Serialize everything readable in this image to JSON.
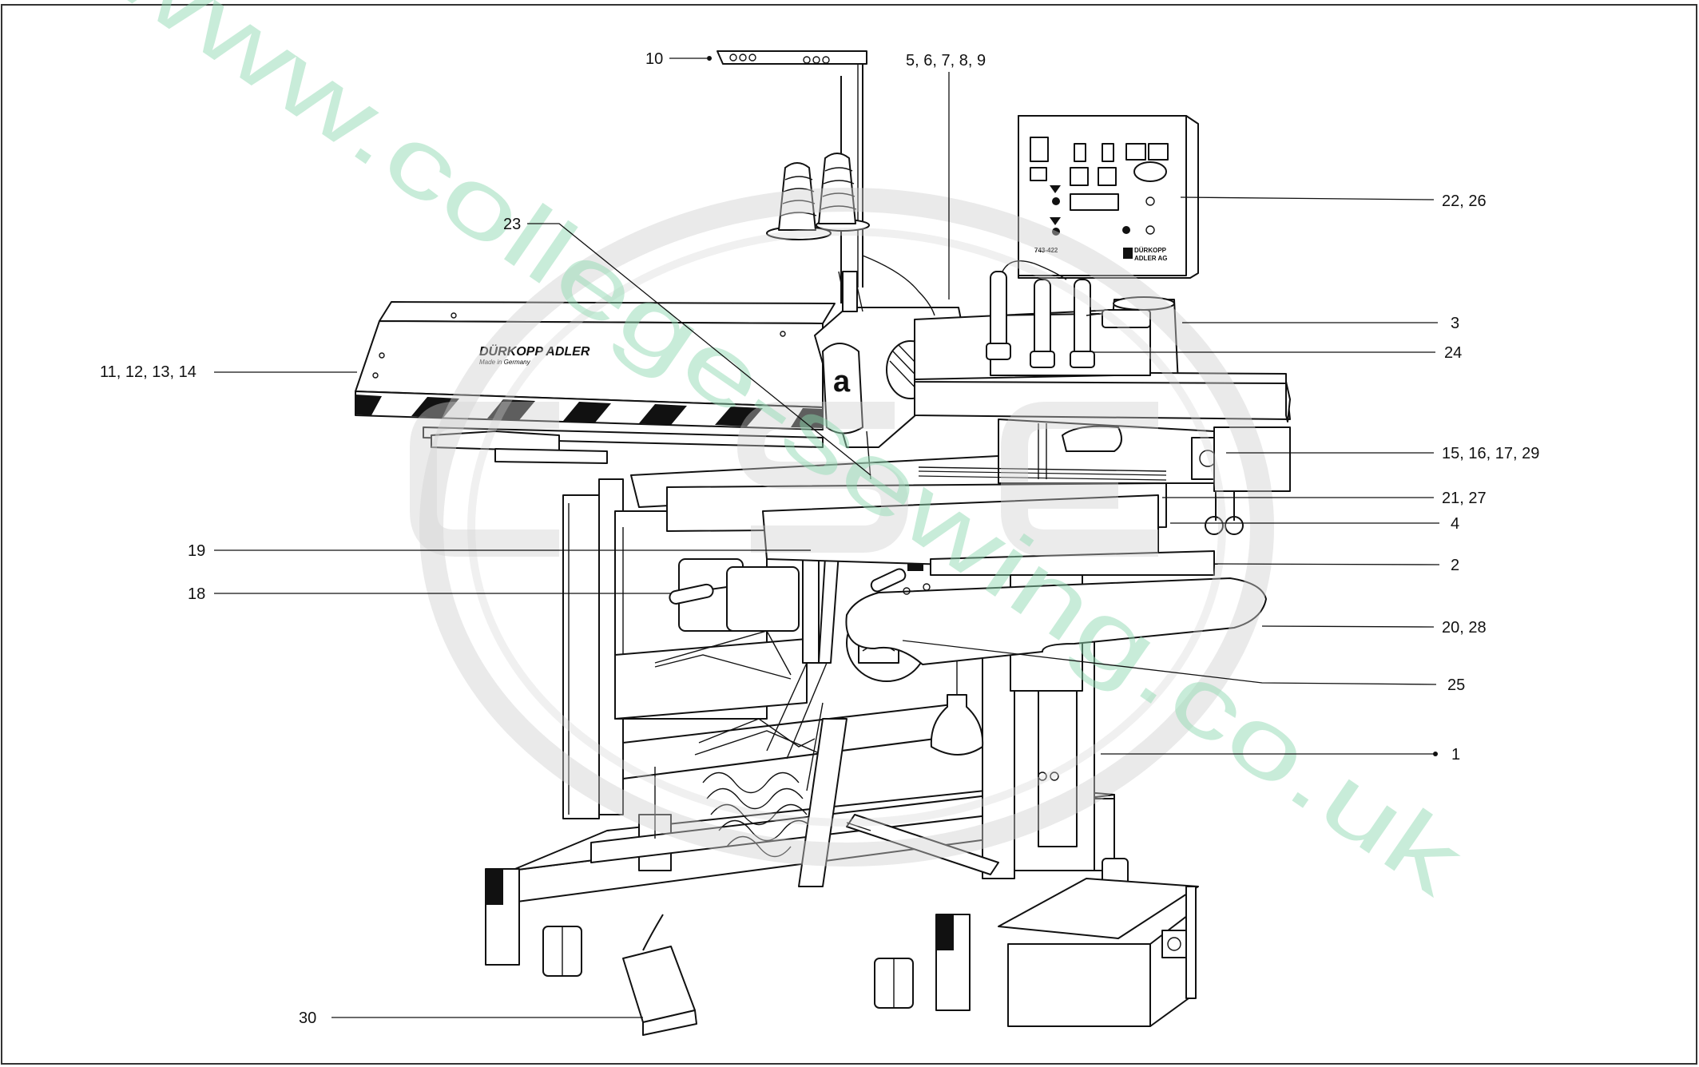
{
  "brand": {
    "name": "DÜRKOPP ADLER",
    "made_in": "Made in Germany",
    "control_model": "743-422",
    "control_maker_top": "DÜRKOPP",
    "control_maker_bottom": "ADLER AG"
  },
  "watermark": {
    "text": "www.college-sewing.co.uk",
    "color": "#8fd8b0"
  },
  "callouts": [
    {
      "id": "c10",
      "label": "10"
    },
    {
      "id": "c5",
      "label": "5, 6, 7, 8, 9"
    },
    {
      "id": "c22",
      "label": "22, 26"
    },
    {
      "id": "c23",
      "label": "23"
    },
    {
      "id": "c11",
      "label": "11, 12, 13, 14"
    },
    {
      "id": "c3",
      "label": "3"
    },
    {
      "id": "c24",
      "label": "24"
    },
    {
      "id": "c15",
      "label": "15, 16, 17, 29"
    },
    {
      "id": "c21",
      "label": "21, 27"
    },
    {
      "id": "c4",
      "label": "4"
    },
    {
      "id": "c19",
      "label": "19"
    },
    {
      "id": "c2",
      "label": "2"
    },
    {
      "id": "c18",
      "label": "18"
    },
    {
      "id": "c20",
      "label": "20, 28"
    },
    {
      "id": "c25",
      "label": "25"
    },
    {
      "id": "c1",
      "label": "1"
    },
    {
      "id": "c30",
      "label": "30"
    }
  ]
}
